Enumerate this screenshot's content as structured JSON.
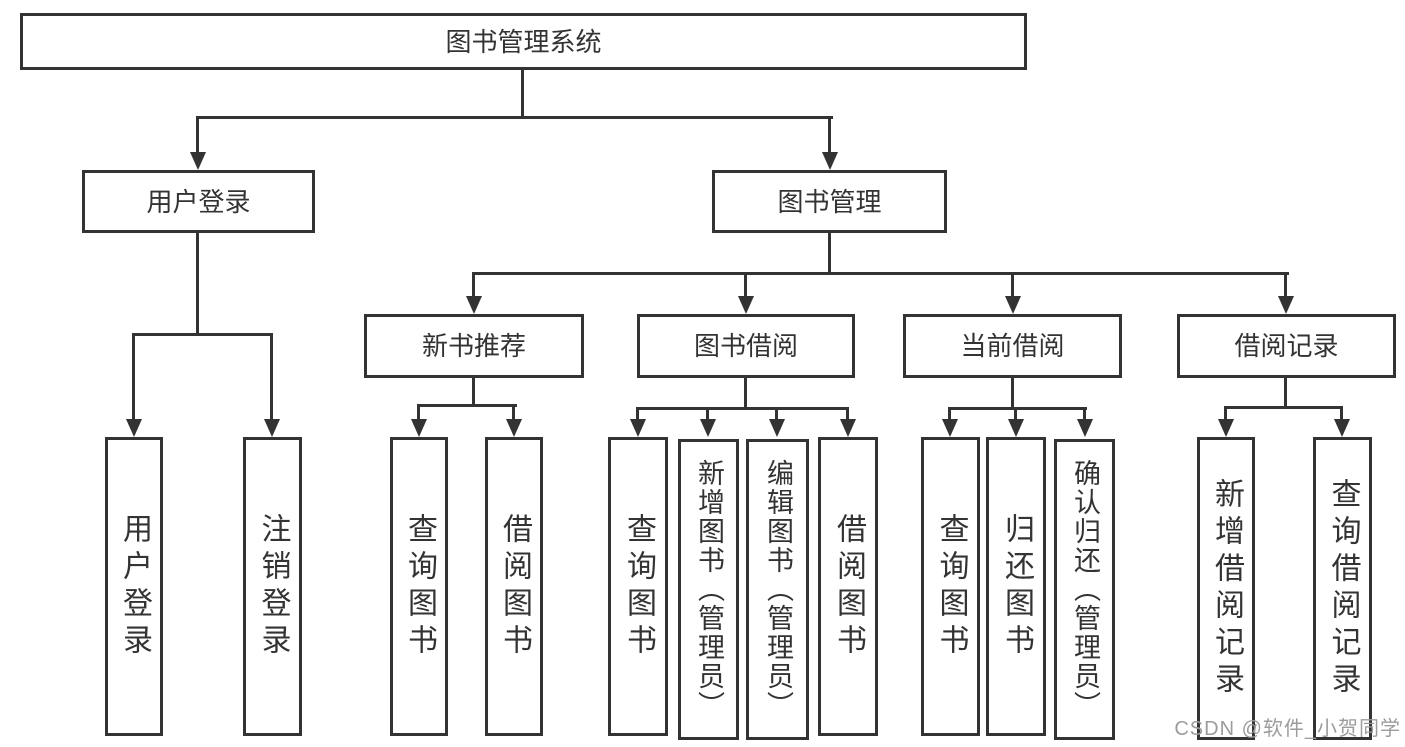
{
  "tree": {
    "root": {
      "label": "图书管理系统"
    },
    "branches": {
      "user_login": {
        "label": "用户登录",
        "children": {
          "login": {
            "label": "用户登录"
          },
          "logout": {
            "label": "注销登录"
          }
        }
      },
      "book_management": {
        "label": "图书管理",
        "sections": {
          "new_book_recommend": {
            "label": "新书推荐",
            "children": {
              "query_books": {
                "label": "查询图书"
              },
              "borrow_books": {
                "label": "借阅图书"
              }
            }
          },
          "book_borrowing": {
            "label": "图书借阅",
            "children": {
              "query_books": {
                "label": "查询图书"
              },
              "add_books_admin": {
                "label": "新增图书（管理员）"
              },
              "edit_books_admin": {
                "label": "编辑图书（管理员）"
              },
              "borrow_books": {
                "label": "借阅图书"
              }
            }
          },
          "current_borrowing": {
            "label": "当前借阅",
            "children": {
              "query_books": {
                "label": "查询图书"
              },
              "return_books": {
                "label": "归还图书"
              },
              "confirm_return_admin": {
                "label": "确认归还（管理员）"
              }
            }
          },
          "borrowing_records": {
            "label": "借阅记录",
            "children": {
              "add_borrow_record": {
                "label": "新增借阅记录"
              },
              "query_borrow_record": {
                "label": "查询借阅记录"
              }
            }
          }
        }
      }
    }
  },
  "watermark": {
    "text": "CSDN @软件_小贺同学"
  },
  "colors": {
    "line": "#333333",
    "box_border": "#333333",
    "text": "#333333",
    "background": "#ffffff",
    "watermark": "#9c9c9c"
  }
}
